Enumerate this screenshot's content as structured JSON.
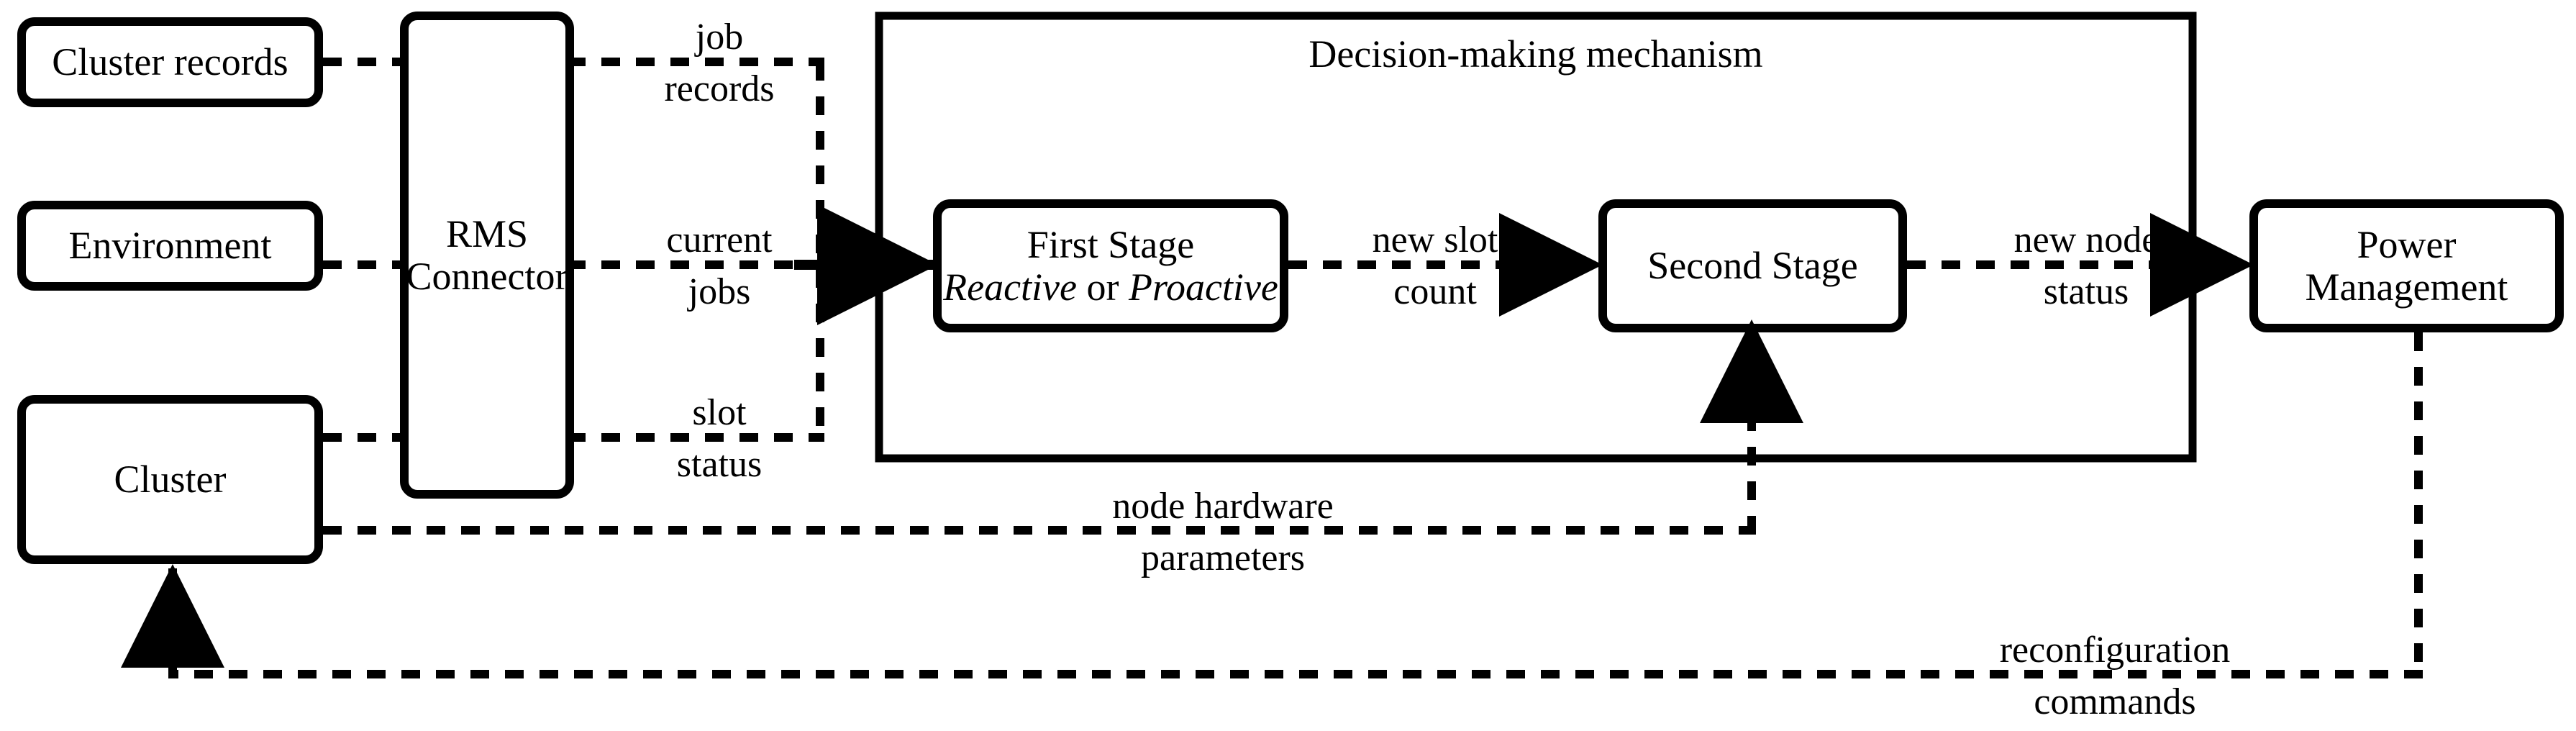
{
  "diagram": {
    "title": "Decision-making mechanism",
    "boxes": {
      "cluster_records": "Cluster records",
      "environment": "Environment",
      "cluster": "Cluster",
      "rms_connector_line1": "RMS",
      "rms_connector_line2": "Connector",
      "first_stage_line1": "First Stage",
      "first_stage_reactive": "Reactive",
      "first_stage_or": " or ",
      "first_stage_proactive": "Proactive",
      "second_stage": "Second Stage",
      "power_management_line1": "Power",
      "power_management_line2": "Management"
    },
    "edge_labels": {
      "job_records_line1": "job",
      "job_records_line2": "records",
      "current_jobs_line1": "current",
      "current_jobs_line2": "jobs",
      "slot_status_line1": "slot",
      "slot_status_line2": "status",
      "new_slot_count_line1": "new slot",
      "new_slot_count_line2": "count",
      "new_node_status_line1": "new node",
      "new_node_status_line2": "status",
      "node_hardware_parameters_line1": "node hardware",
      "node_hardware_parameters_line2": "parameters",
      "reconfiguration_commands_line1": "reconfiguration",
      "reconfiguration_commands_line2": "commands"
    },
    "colors": {
      "stroke": "#000000",
      "background": "#ffffff"
    }
  }
}
